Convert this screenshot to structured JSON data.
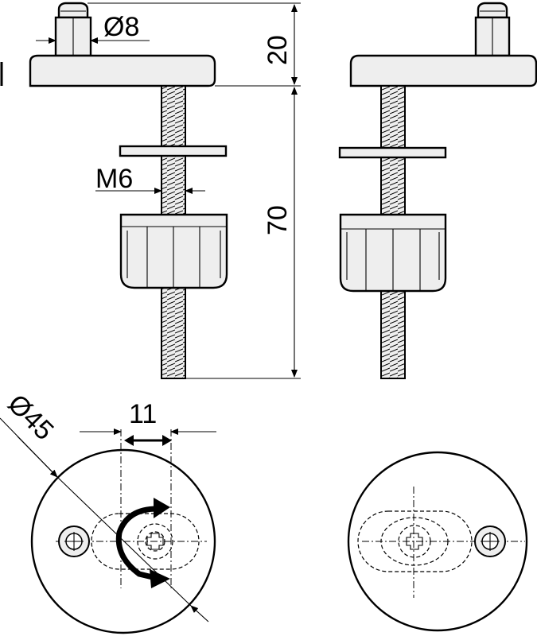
{
  "dimensions": {
    "pin_diameter": "Ø8",
    "pin_height": "20",
    "thread": "M6",
    "bolt_length": "70",
    "cap_diameter": "Ø45",
    "adjust_range": "11"
  },
  "colors": {
    "line": "#000000",
    "fill": "#eeeeee",
    "background": "#ffffff"
  }
}
